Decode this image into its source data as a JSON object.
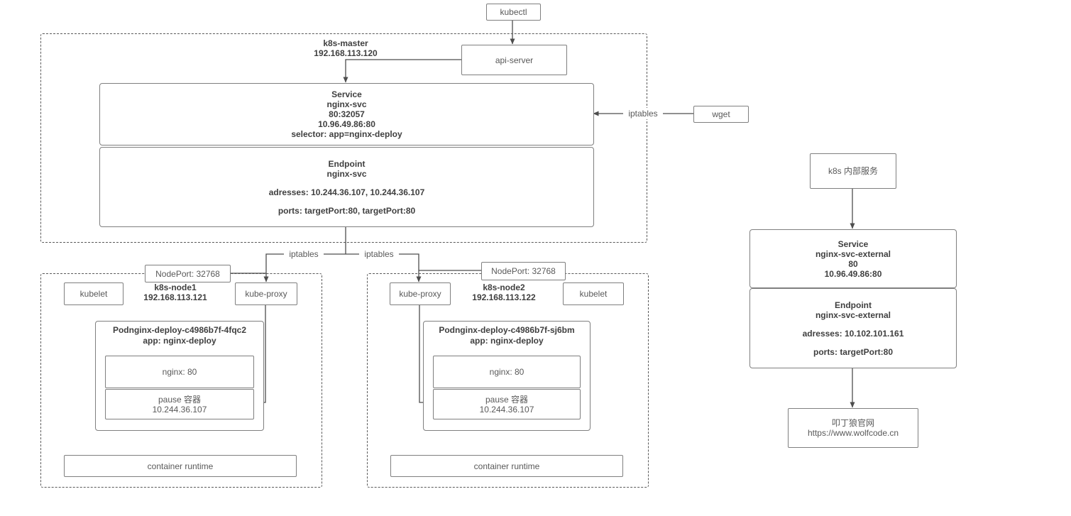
{
  "labels": {
    "kubectl": "kubectl",
    "api_server": "api-server",
    "wget": "wget",
    "iptables": "iptables"
  },
  "master": {
    "name": "k8s-master",
    "ip": "192.168.113.120",
    "service": {
      "title": "Service",
      "name": "nginx-svc",
      "node_port": "80:32057",
      "cluster_ip": "10.96.49.86:80",
      "selector": "selector: app=nginx-deploy"
    },
    "endpoint": {
      "title": "Endpoint",
      "name": "nginx-svc",
      "addresses": "adresses: 10.244.36.107, 10.244.36.107",
      "ports": "ports: targetPort:80, targetPort:80"
    }
  },
  "node1": {
    "name": "k8s-node1",
    "ip": "192.168.113.121",
    "kubelet": "kubelet",
    "kube_proxy": "kube-proxy",
    "nodeport": "NodePort: 32768",
    "pod_name": "Podnginx-deploy-c4986b7f-4fqc2",
    "pod_app": "app: nginx-deploy",
    "nginx": "nginx: 80",
    "pause_name": "pause 容器",
    "pause_ip": "10.244.36.107",
    "runtime": "container runtime"
  },
  "node2": {
    "name": "k8s-node2",
    "ip": "192.168.113.122",
    "kubelet": "kubelet",
    "kube_proxy": "kube-proxy",
    "nodeport": "NodePort: 32768",
    "pod_name": "Podnginx-deploy-c4986b7f-sj6bm",
    "pod_app": "app: nginx-deploy",
    "nginx": "nginx: 80",
    "pause_name": "pause 容器",
    "pause_ip": "10.244.36.107",
    "runtime": "container runtime"
  },
  "external": {
    "entry": "k8s 内部服务",
    "service": {
      "title": "Service",
      "name": "nginx-svc-external",
      "port": "80",
      "cluster_ip": "10.96.49.86:80"
    },
    "endpoint": {
      "title": "Endpoint",
      "name": "nginx-svc-external",
      "addresses": "adresses: 10.102.101.161",
      "ports": "ports: targetPort:80"
    },
    "site_name": "叩丁狼官网",
    "site_url": "https://www.wolfcode.cn"
  }
}
